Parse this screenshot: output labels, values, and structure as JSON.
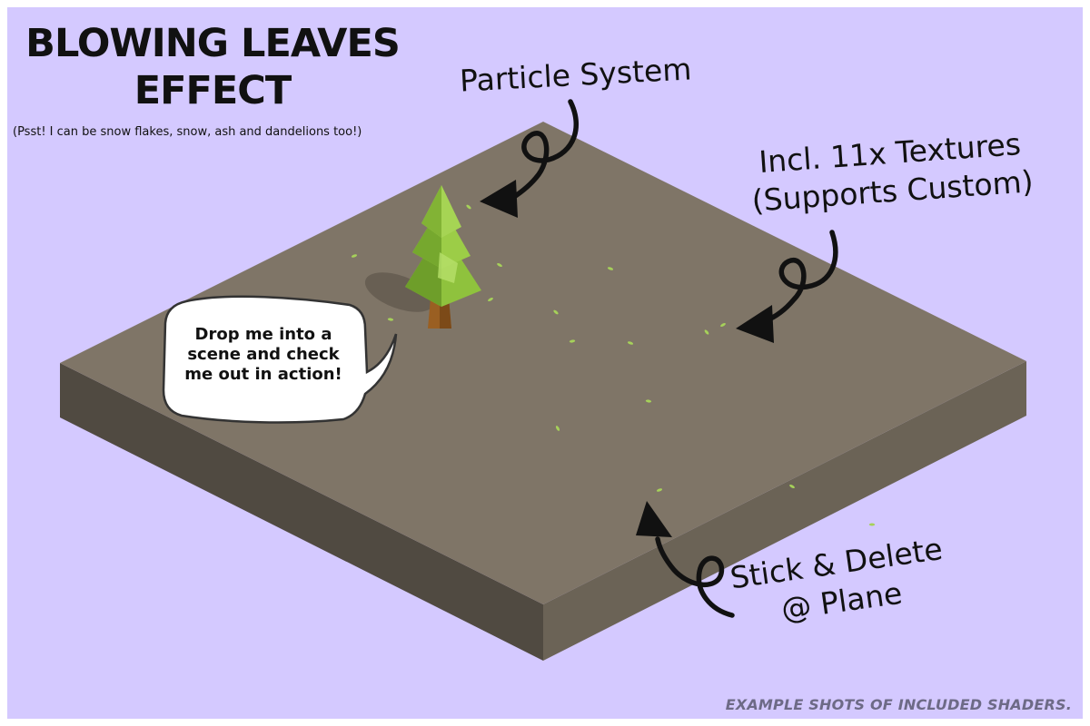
{
  "title": {
    "line1": "BLOWING LEAVES",
    "line2": "EFFECT"
  },
  "subtitle": "(Psst! I can be snow flakes, snow, ash and dandelions too!)",
  "callouts": {
    "particle_system": "Particle System",
    "textures_line1": "Incl. 11x Textures",
    "textures_line2": "(Supports Custom)",
    "stick_line1": "Stick & Delete",
    "stick_line2": "@ Plane"
  },
  "speech_bubble": {
    "line1": "Drop me into a",
    "line2": "scene and check",
    "line3": "me out in action!"
  },
  "footer": "EXAMPLE SHOTS OF INCLUDED SHADERS.",
  "colors": {
    "background": "#d4c9ff",
    "plane_top": "#7f7567",
    "plane_left": "#504a41",
    "plane_right": "#6b6356",
    "leaf": "#a6d15a",
    "tree": "#8fc23d",
    "trunk": "#9a5f22",
    "footer_text": "#6d6a86"
  },
  "icons": [
    "curly-arrow-icon",
    "pine-tree-icon",
    "leaf-particle-icon",
    "speech-bubble-icon"
  ]
}
